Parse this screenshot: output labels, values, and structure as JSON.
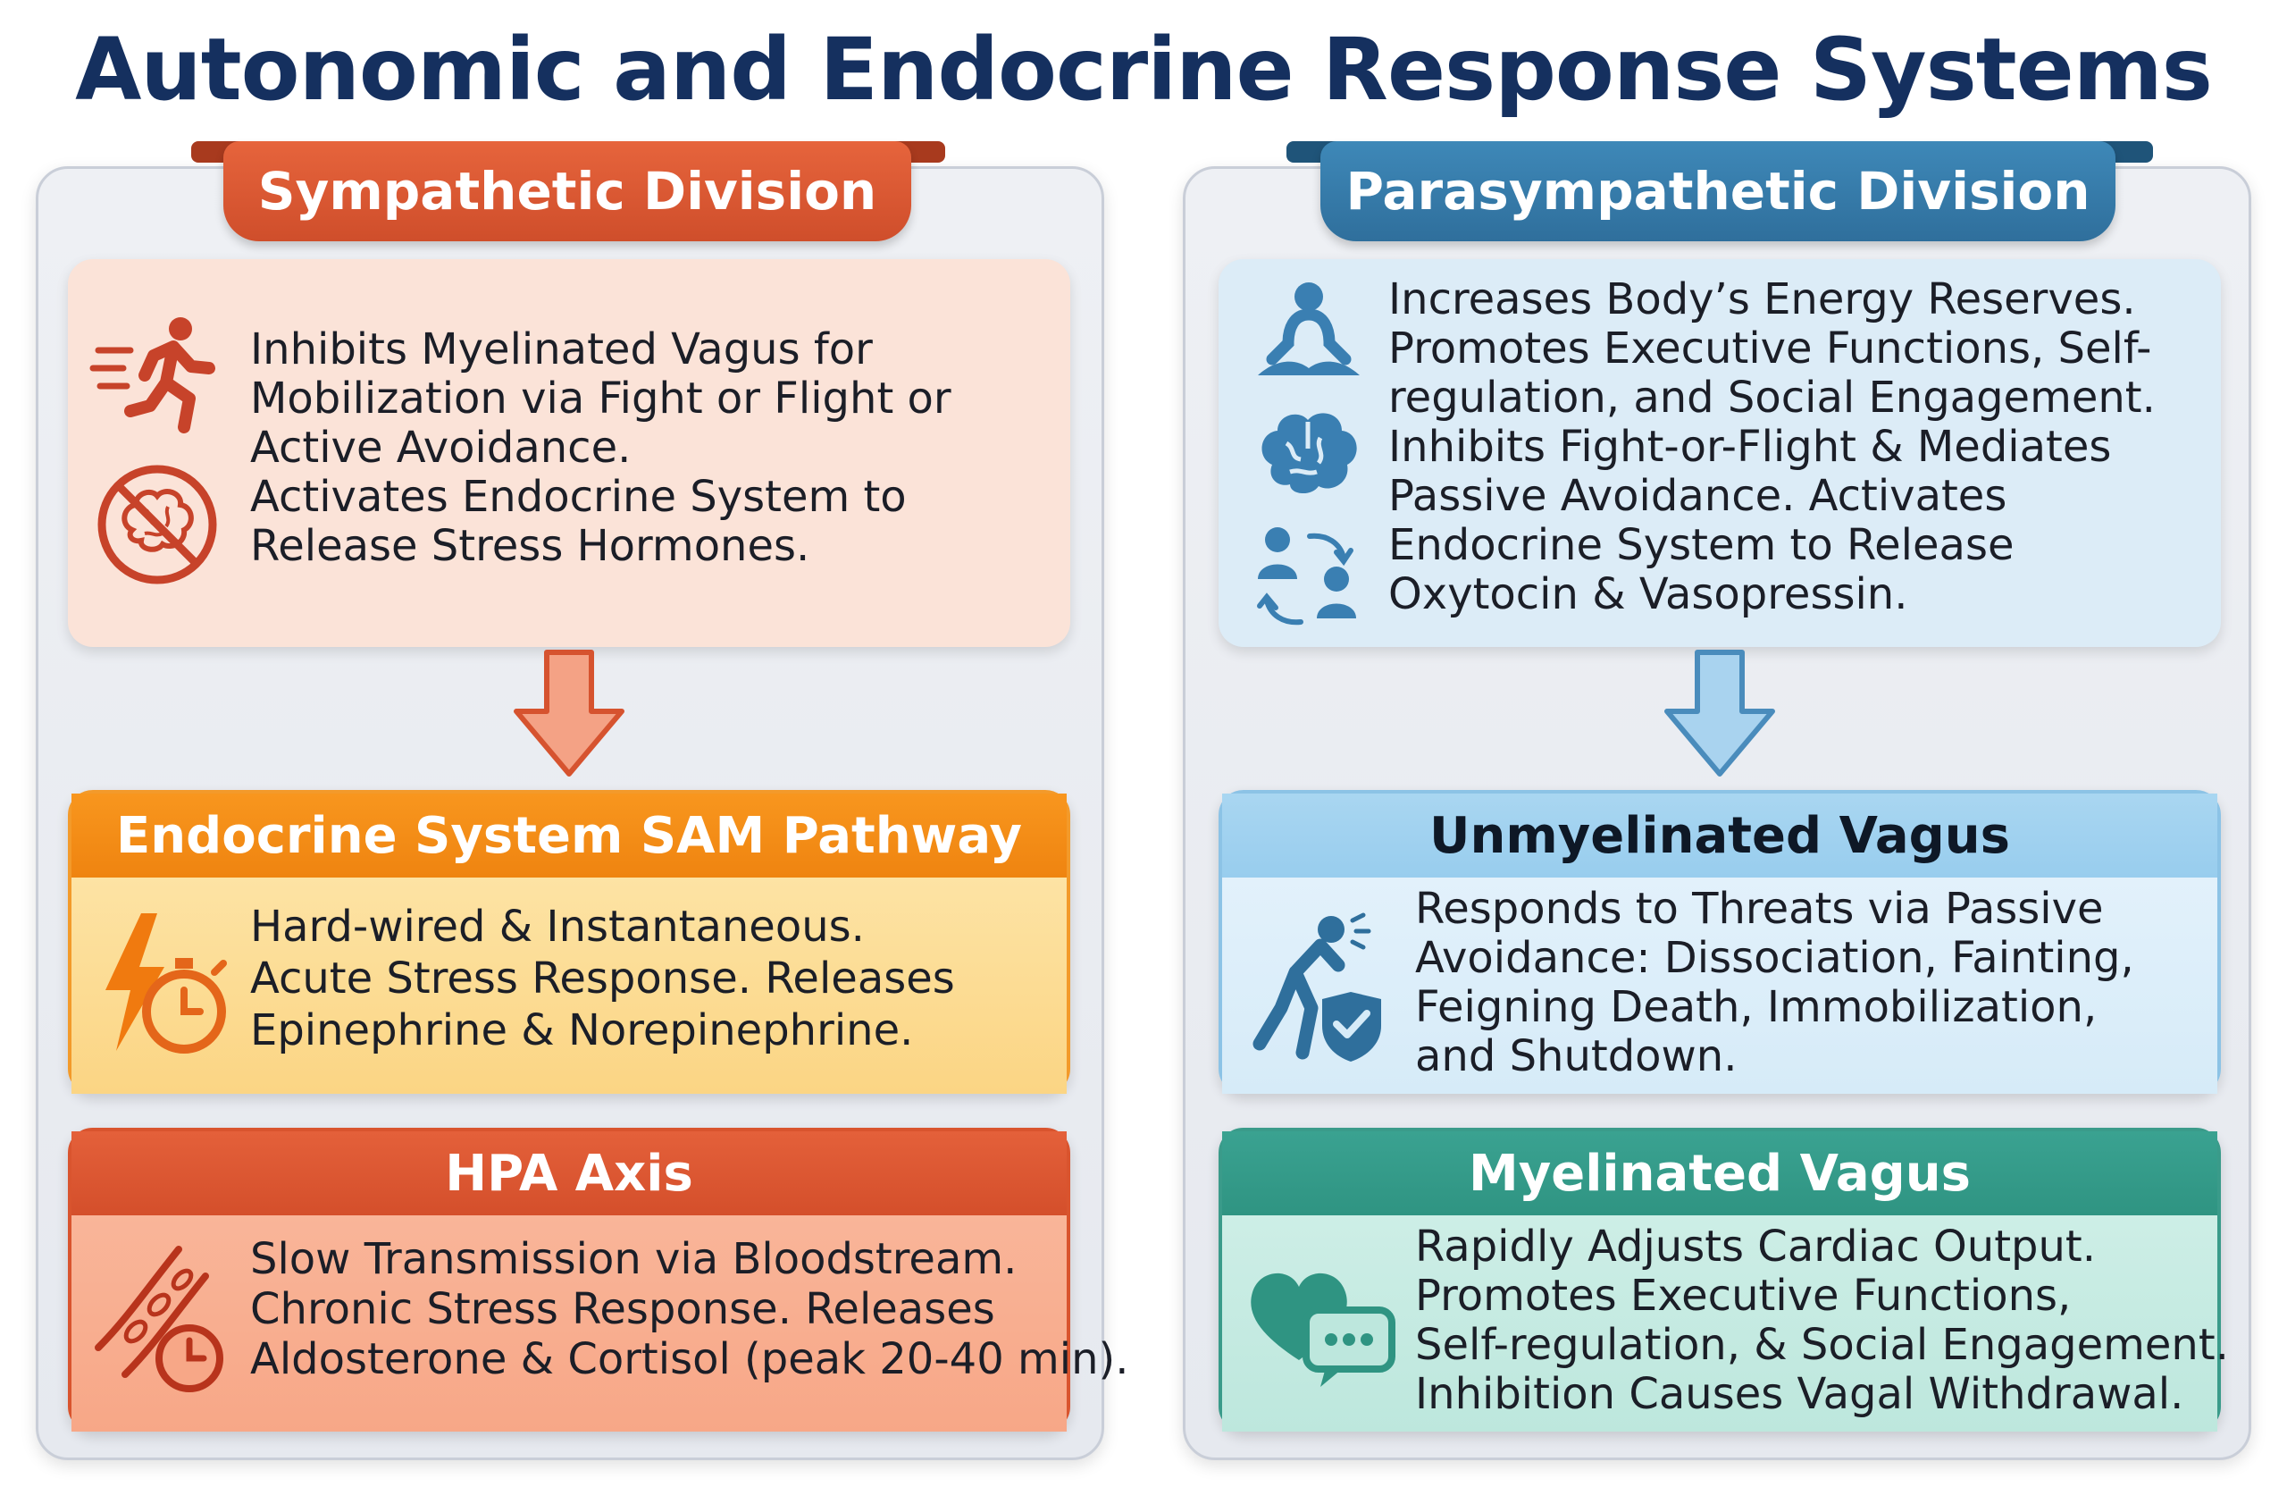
{
  "title": "Autonomic and Endocrine Response Systems",
  "sympathetic": {
    "header": "Sympathetic Division",
    "lines": [
      "Inhibits Myelinated Vagus for",
      "Mobilization via Fight or Flight or",
      "Active Avoidance.",
      "Activates Endocrine System to",
      "Release Stress Hormones."
    ],
    "icons": [
      "running-person-icon",
      "no-brain-icon"
    ],
    "color": "#d9542e"
  },
  "sam": {
    "header": "Endocrine System SAM Pathway",
    "lines": [
      "Hard-wired & Instantaneous.",
      "Acute Stress Response. Releases",
      "Epinephrine & Norepinephrine."
    ],
    "icons": [
      "lightning-stopwatch-icon"
    ],
    "color": "#f8961e"
  },
  "hpa": {
    "header": "HPA Axis",
    "lines": [
      "Slow Transmission via Bloodstream.",
      "Chronic Stress Response. Releases",
      "Aldosterone & Cortisol (peak 20-40 min)."
    ],
    "icons": [
      "blood-vessel-clock-icon"
    ],
    "color": "#d44f2b"
  },
  "parasympathetic": {
    "header": "Parasympathetic Division",
    "lines": [
      "Increases Body’s Energy Reserves.",
      "Promotes Executive Functions, Self-",
      "regulation, and Social Engagement.",
      "Inhibits Fight-or-Flight & Mediates",
      "Passive Avoidance. Activates",
      "Endocrine System to Release",
      "Oxytocin & Vasopressin."
    ],
    "icons": [
      "meditation-icon",
      "brain-icon",
      "social-exchange-icon"
    ],
    "color": "#2f6f9c"
  },
  "unmyelinated": {
    "header": "Unmyelinated Vagus",
    "lines": [
      "Responds to Threats via Passive",
      "Avoidance: Dissociation, Fainting,",
      "Feigning Death, Immobilization,",
      "and Shutdown."
    ],
    "icons": [
      "cowering-person-shield-icon"
    ],
    "color": "#98cdee"
  },
  "myelinated": {
    "header": "Myelinated Vagus",
    "lines": [
      "Rapidly Adjusts Cardiac Output.",
      "Promotes Executive Functions,",
      "Self-regulation, & Social Engagement.",
      "Inhibition Causes Vagal Withdrawal."
    ],
    "icons": [
      "heart-chat-icon"
    ],
    "color": "#2f9482"
  }
}
